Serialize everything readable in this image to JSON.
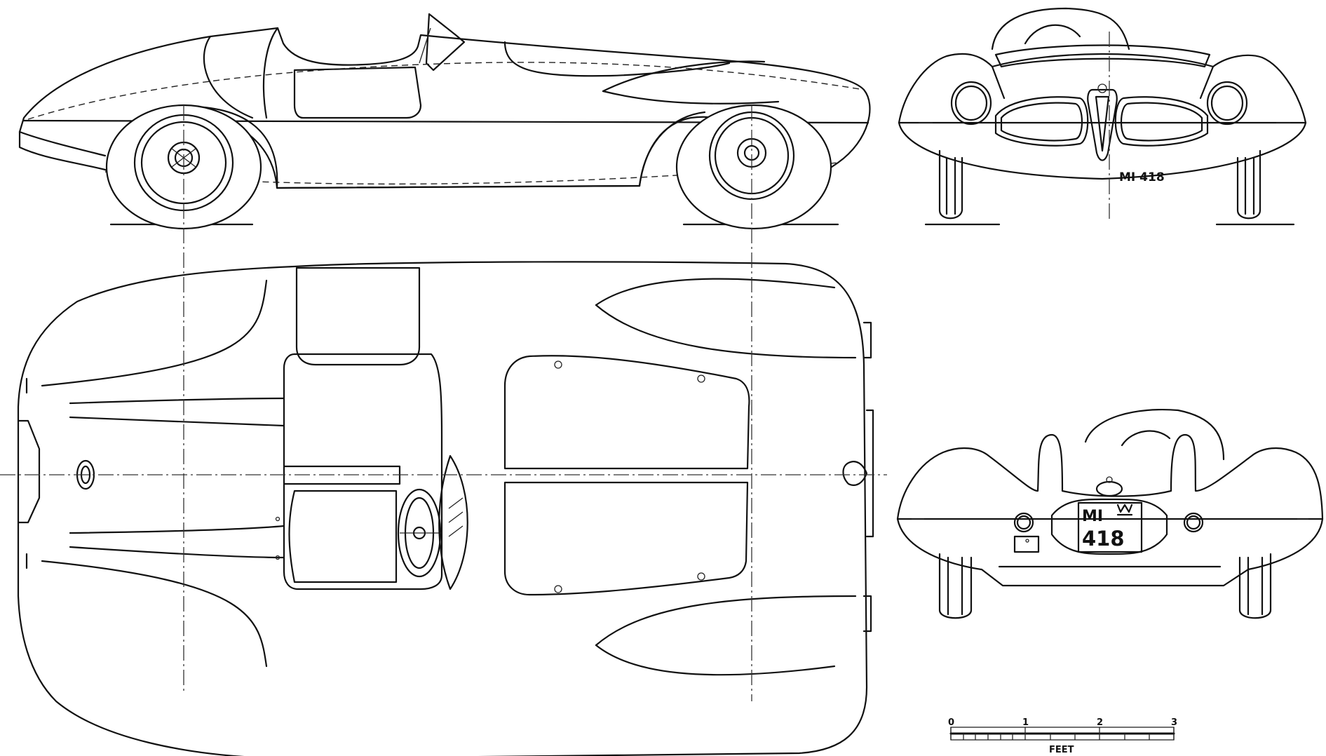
{
  "front_view": {
    "plate": "MI  418"
  },
  "rear_view": {
    "plate_line1": "MI",
    "plate_line2": "418"
  },
  "scale_bar": {
    "ticks": [
      "0",
      "1",
      "2",
      "3"
    ],
    "unit": "FEET"
  }
}
